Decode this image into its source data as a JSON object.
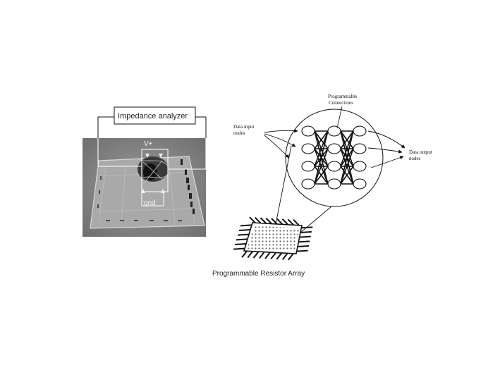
{
  "photo": {
    "analyzer_label": "Impedance analyzer",
    "vplus_label": "V+",
    "gnd_label": "gnd"
  },
  "network": {
    "connections_label_line1": "Programmable",
    "connections_label_line2": "Connections",
    "input_label_line1": "Data input",
    "input_label_line2": "nodes",
    "output_label_line1": "Data output",
    "output_label_line2": "nodes",
    "layers": [
      4,
      4,
      4
    ]
  },
  "chip": {
    "caption": "Programmable Resistor Array"
  }
}
